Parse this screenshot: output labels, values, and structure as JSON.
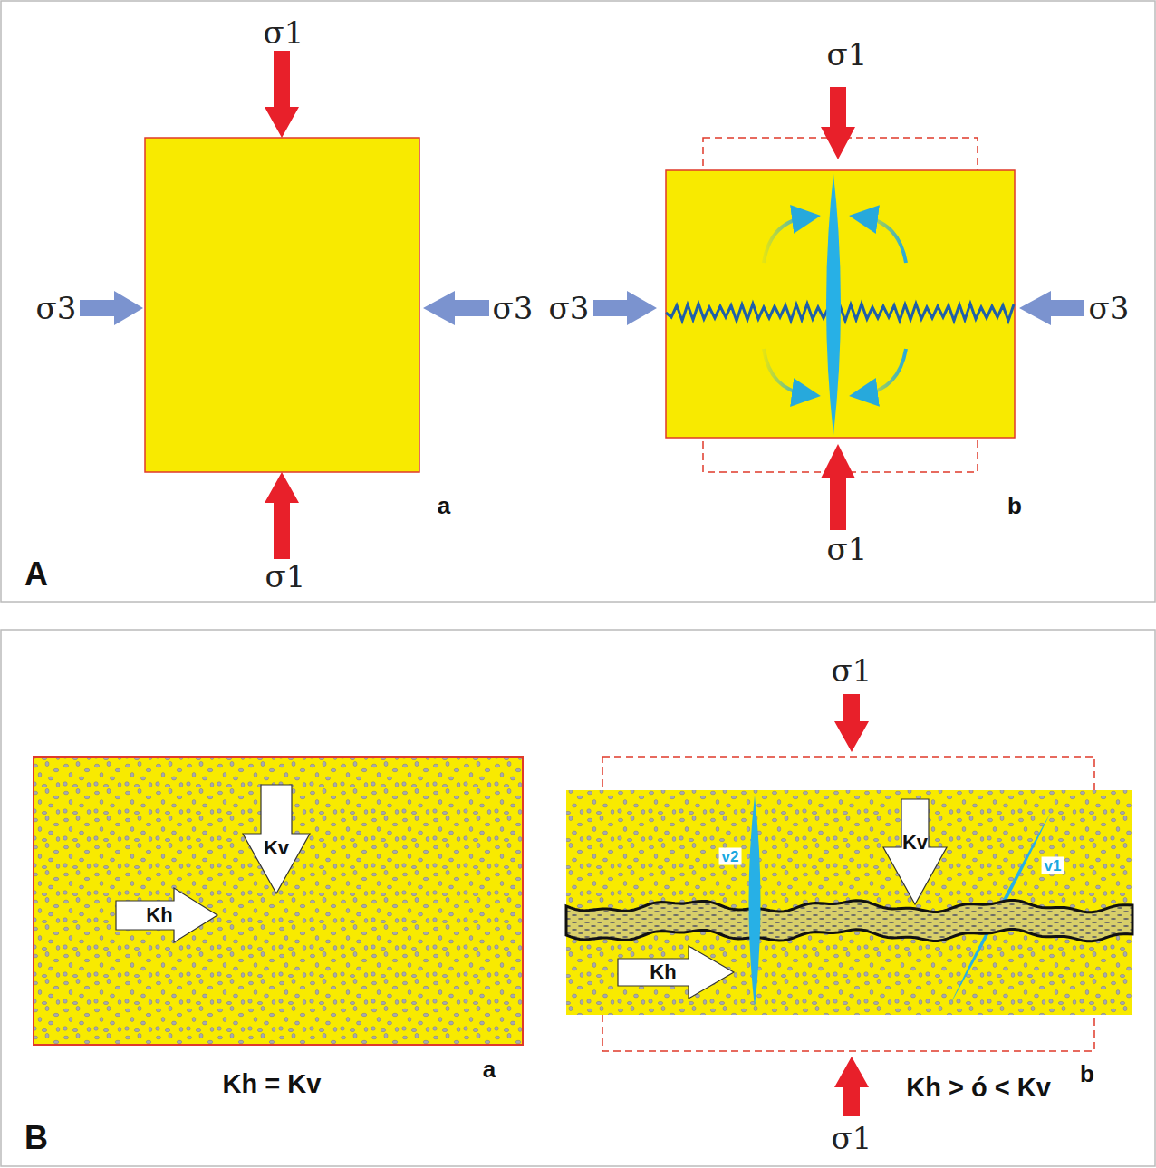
{
  "diagram": {
    "labels": [
      "σ1",
      "σ3",
      "σ3",
      "σ1",
      "a",
      "σ1",
      "σ3",
      "σ3",
      "σ1",
      "b",
      "A",
      "Kv",
      "Kh",
      "Kh = Kv",
      "a",
      "σ1",
      "v2",
      "Kv",
      "v1",
      "Kh",
      "Kh > ó < Kv",
      "b",
      "σ1",
      "B"
    ]
  }
}
